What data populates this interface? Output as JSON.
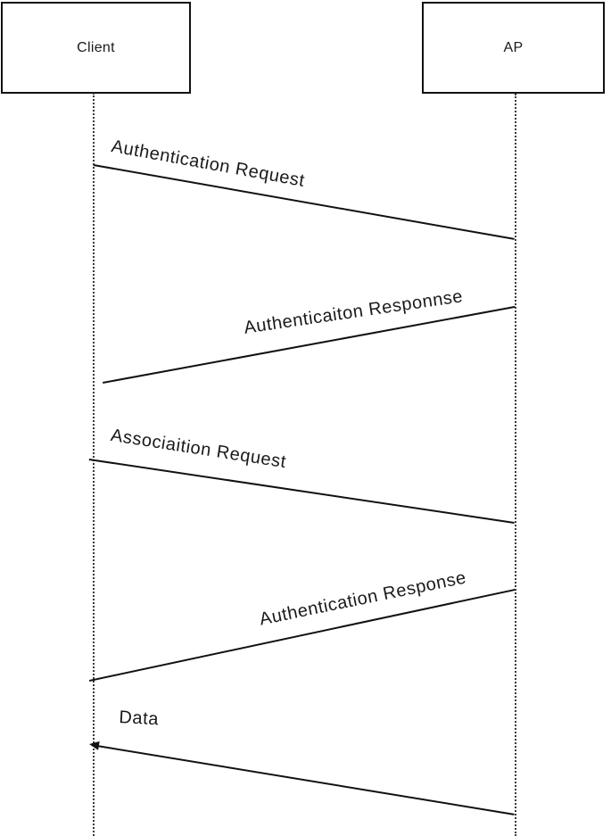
{
  "diagram": {
    "type": "sequence-diagram",
    "actors": [
      {
        "id": "client",
        "label": "Client"
      },
      {
        "id": "ap",
        "label": "AP"
      }
    ],
    "messages": [
      {
        "label": "Authentication Request",
        "from": "client",
        "to": "ap",
        "direction": "right-down",
        "arrowhead": false
      },
      {
        "label": "Authenticaiton Responnse",
        "from": "ap",
        "to": "client",
        "direction": "left-down",
        "arrowhead": false
      },
      {
        "label": "Associaition Request",
        "from": "client",
        "to": "ap",
        "direction": "right-down",
        "arrowhead": false
      },
      {
        "label": "Authentication Response",
        "from": "ap",
        "to": "client",
        "direction": "left-down",
        "arrowhead": false
      },
      {
        "label": "Data",
        "from": "ap",
        "to": "client",
        "direction": "left-up",
        "arrowhead": true
      }
    ],
    "colors": {
      "line": "#111111",
      "text": "#1a1a1a",
      "background": "#ffffff"
    }
  }
}
